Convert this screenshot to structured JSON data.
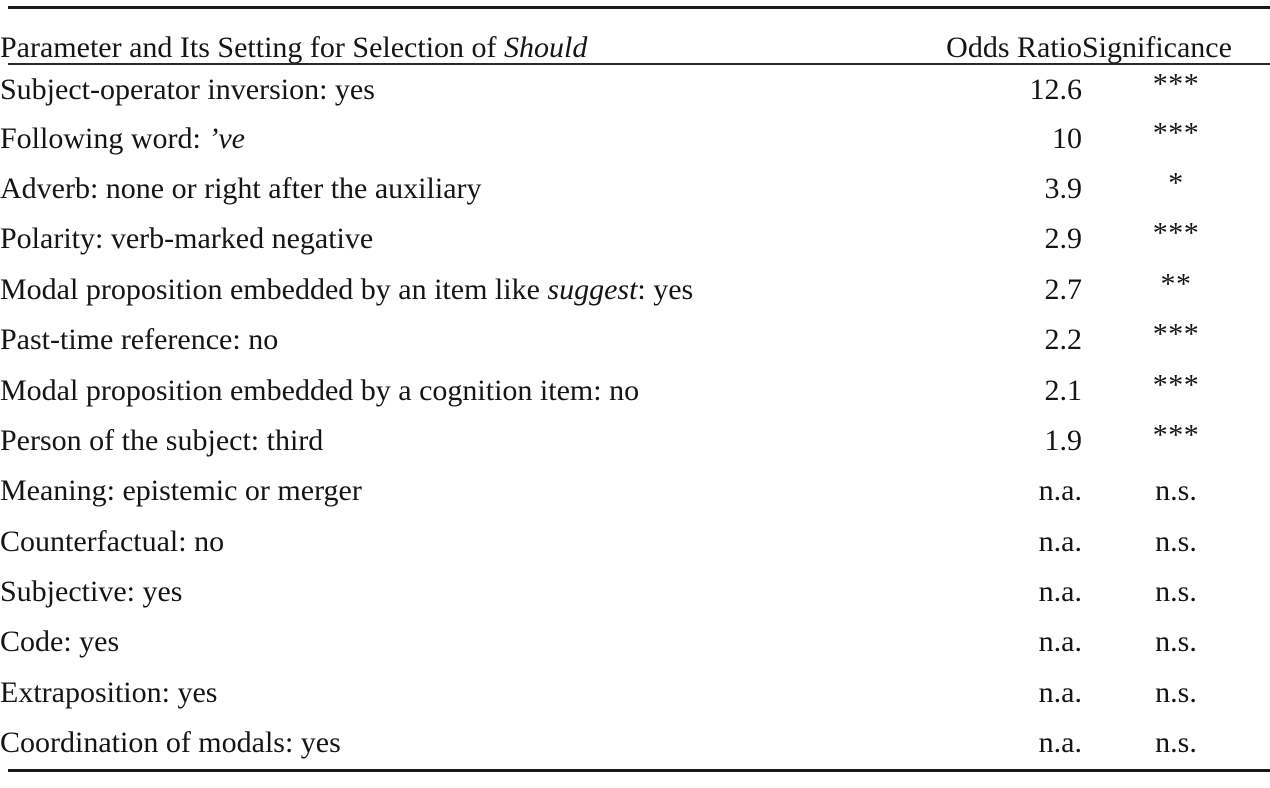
{
  "table": {
    "columns": {
      "parameter_header_prefix": "Parameter and Its Setting for Selection of ",
      "parameter_header_italic": "Should",
      "odds_ratio_header": "Odds Ratio",
      "significance_header": "Significance"
    },
    "rows": [
      {
        "parameter_prefix": "Subject-operator inversion: yes",
        "parameter_italic": "",
        "parameter_suffix": "",
        "odds_ratio": "12.6",
        "significance": "***"
      },
      {
        "parameter_prefix": "Following word: ",
        "parameter_italic": "’ve",
        "parameter_suffix": "",
        "odds_ratio": "10",
        "significance": "***"
      },
      {
        "parameter_prefix": "Adverb: none or right after the auxiliary",
        "parameter_italic": "",
        "parameter_suffix": "",
        "odds_ratio": "3.9",
        "significance": "*"
      },
      {
        "parameter_prefix": "Polarity: verb-marked negative",
        "parameter_italic": "",
        "parameter_suffix": "",
        "odds_ratio": "2.9",
        "significance": "***"
      },
      {
        "parameter_prefix": "Modal proposition embedded by an item like ",
        "parameter_italic": "suggest",
        "parameter_suffix": ": yes",
        "odds_ratio": "2.7",
        "significance": "**"
      },
      {
        "parameter_prefix": "Past-time reference: no",
        "parameter_italic": "",
        "parameter_suffix": "",
        "odds_ratio": "2.2",
        "significance": "***"
      },
      {
        "parameter_prefix": "Modal proposition embedded by a cognition item: no",
        "parameter_italic": "",
        "parameter_suffix": "",
        "odds_ratio": "2.1",
        "significance": "***"
      },
      {
        "parameter_prefix": "Person of the subject: third",
        "parameter_italic": "",
        "parameter_suffix": "",
        "odds_ratio": "1.9",
        "significance": "***"
      },
      {
        "parameter_prefix": "Meaning: epistemic or merger",
        "parameter_italic": "",
        "parameter_suffix": "",
        "odds_ratio": "n.a.",
        "significance": "n.s."
      },
      {
        "parameter_prefix": "Counterfactual: no",
        "parameter_italic": "",
        "parameter_suffix": "",
        "odds_ratio": "n.a.",
        "significance": "n.s."
      },
      {
        "parameter_prefix": "Subjective: yes",
        "parameter_italic": "",
        "parameter_suffix": "",
        "odds_ratio": "n.a.",
        "significance": "n.s."
      },
      {
        "parameter_prefix": "Code: yes",
        "parameter_italic": "",
        "parameter_suffix": "",
        "odds_ratio": "n.a.",
        "significance": "n.s."
      },
      {
        "parameter_prefix": "Extraposition: yes",
        "parameter_italic": "",
        "parameter_suffix": "",
        "odds_ratio": "n.a.",
        "significance": "n.s."
      },
      {
        "parameter_prefix": "Coordination of modals: yes",
        "parameter_italic": "",
        "parameter_suffix": "",
        "odds_ratio": "n.a.",
        "significance": "n.s."
      }
    ]
  }
}
